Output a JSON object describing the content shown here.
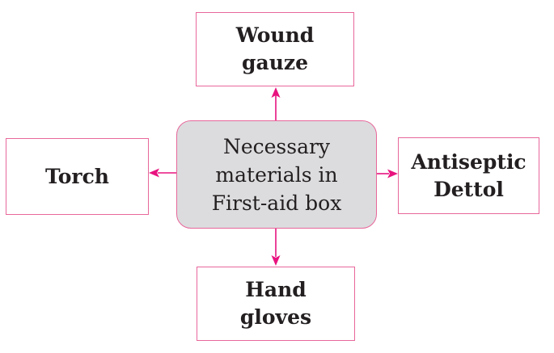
{
  "diagram": {
    "center": {
      "lines": [
        "Necessary",
        "materials in",
        "First-aid box"
      ]
    },
    "top": {
      "lines": [
        "Wound",
        "gauze"
      ]
    },
    "left": {
      "lines": [
        "Torch"
      ]
    },
    "right": {
      "lines": [
        "Antiseptic",
        "Dettol"
      ]
    },
    "bottom": {
      "lines": [
        "Hand",
        "gloves"
      ]
    }
  },
  "colors": {
    "arrow": "#e8137f",
    "border": "#e8679b",
    "center_fill": "#dcdcde",
    "text": "#231f20"
  }
}
